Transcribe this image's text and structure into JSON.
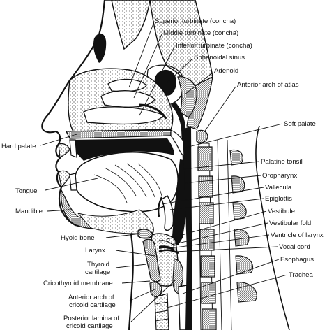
{
  "figure": {
    "labels": {
      "superior_turbinate": "Superior turbinate (concha)",
      "middle_turbinate": "Middle turbinate (concha)",
      "inferior_turbinate": "Inferior turbinate (concha)",
      "sphenoidal_sinus": "Sphenoidal sinus",
      "adenoid": "Adenoid",
      "anterior_arch_atlas": "Anterior arch of atlas",
      "soft_palate": "Soft palate",
      "hard_palate": "Hard palate",
      "palatine_tonsil": "Palatine tonsil",
      "oropharynx": "Oropharynx",
      "tongue": "Tongue",
      "vallecula": "Vallecula",
      "epiglottis": "Epiglottis",
      "mandible": "Mandible",
      "vestibule": "Vestibule",
      "vestibular_fold": "Vestibular fold",
      "ventricle_larynx": "Ventricle of larynx",
      "hyoid_bone": "Hyoid bone",
      "vocal_cord": "Vocal cord",
      "larynx": "Larynx",
      "esophagus": "Esophagus",
      "thyroid_line1": "Thyroid",
      "thyroid_line2": "cartilage",
      "trachea": "Trachea",
      "cricothyroid": "Cricothyroid membrane",
      "ant_arch_cricoid_line1": "Anterior arch of",
      "ant_arch_cricoid_line2": "cricoid cartilage",
      "post_lamina_line1": "Posterior lamina of",
      "post_lamina_line2": "cricoid cartilage"
    }
  }
}
